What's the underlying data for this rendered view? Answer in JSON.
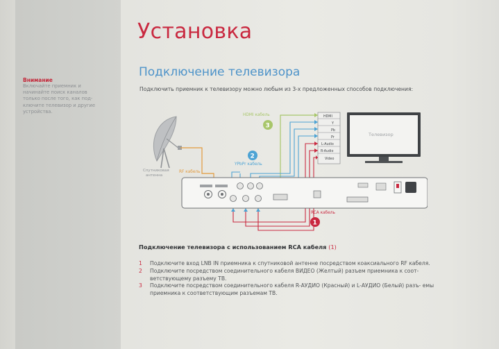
{
  "sidebar": {
    "note_title": "Внимание",
    "note_text": "Включайте приемник и начинайте поиск каналов только после того, как под- ключите телевизор и другие устройства."
  },
  "page": {
    "title": "Установка",
    "subtitle": "Подключение телевизора",
    "intro": "Подключить приемник к телевизору можно любым из 3-х предложенных способов подключения:"
  },
  "diagram": {
    "tv_label": "Телевизор",
    "dish_label_1": "Спутниковая",
    "dish_label_2": "антенна",
    "rf_label": "RF кабель",
    "hdmi_label": "HDMI кабель",
    "ypbpr_label": "YPbPr кабель",
    "rca_label": "RCA кабель",
    "tv_ports": [
      "HDMI",
      "Y",
      "Pb",
      "Pr",
      "L-Audio",
      "R-Audio",
      "Video"
    ],
    "badges": [
      "3",
      "2",
      "1"
    ],
    "colors": {
      "hdmi": "#a8c66a",
      "ypbpr": "#4da3d4",
      "rca": "#c9283f",
      "rf": "#e39a3d",
      "accent_red": "#c9283f",
      "accent_blue": "#4d93c9"
    }
  },
  "section": {
    "heading": "Подключение телевизора с использованием RCA кабеля",
    "heading_num": "(1)",
    "steps": [
      {
        "num": "1",
        "text": "Подключите вход LNB IN приемника к спутниковой антенне посредством коаксиального RF кабеля."
      },
      {
        "num": "2",
        "text": "Подключите посредством соединительного кабеля ВИДЕО (Желтый) разъем приемника к соот- ветствующему разъему ТВ."
      },
      {
        "num": "3",
        "text": "Подключите посредством соединительного кабеля R-АУДИО (Красный) и L-АУДИО (Белый) разъ- емы приемника к соответствующим разъемам ТВ."
      }
    ]
  }
}
